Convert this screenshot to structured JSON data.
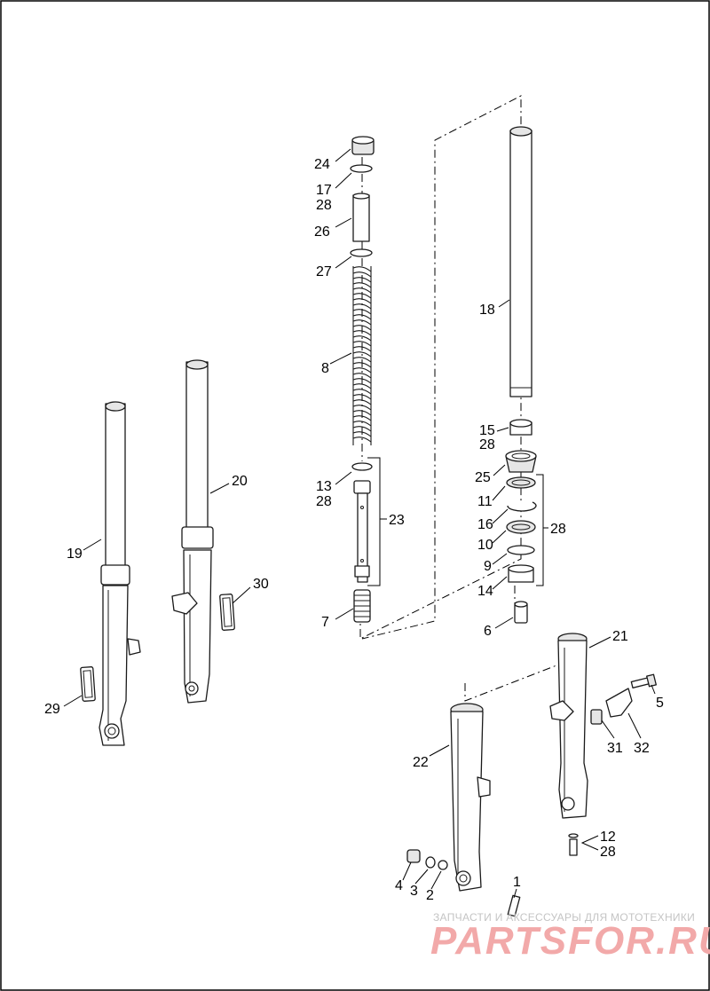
{
  "labels": {
    "l1": "1",
    "l2": "2",
    "l3": "3",
    "l4": "4",
    "l5": "5",
    "l6": "6",
    "l7": "7",
    "l8": "8",
    "l9": "9",
    "l10": "10",
    "l11": "11",
    "l12": "12",
    "l13": "13",
    "l14": "14",
    "l15": "15",
    "l16": "16",
    "l17": "17",
    "l18": "18",
    "l19": "19",
    "l20": "20",
    "l21": "21",
    "l22": "22",
    "l23": "23",
    "l24": "24",
    "l25": "25",
    "l26": "26",
    "l27": "27",
    "l28": "28",
    "l29": "29",
    "l30": "30",
    "l31": "31",
    "l32": "32"
  },
  "watermark": {
    "caption": "ЗАПЧАСТИ И АКСЕССУАРЫ ДЛЯ МОТОТЕХНИКИ",
    "brand": "PARTSFOR.RU"
  },
  "colors": {
    "line": "#1a1a1a",
    "watermark_brand": "#f2a9a9",
    "watermark_caption": "#c4c4c4"
  }
}
